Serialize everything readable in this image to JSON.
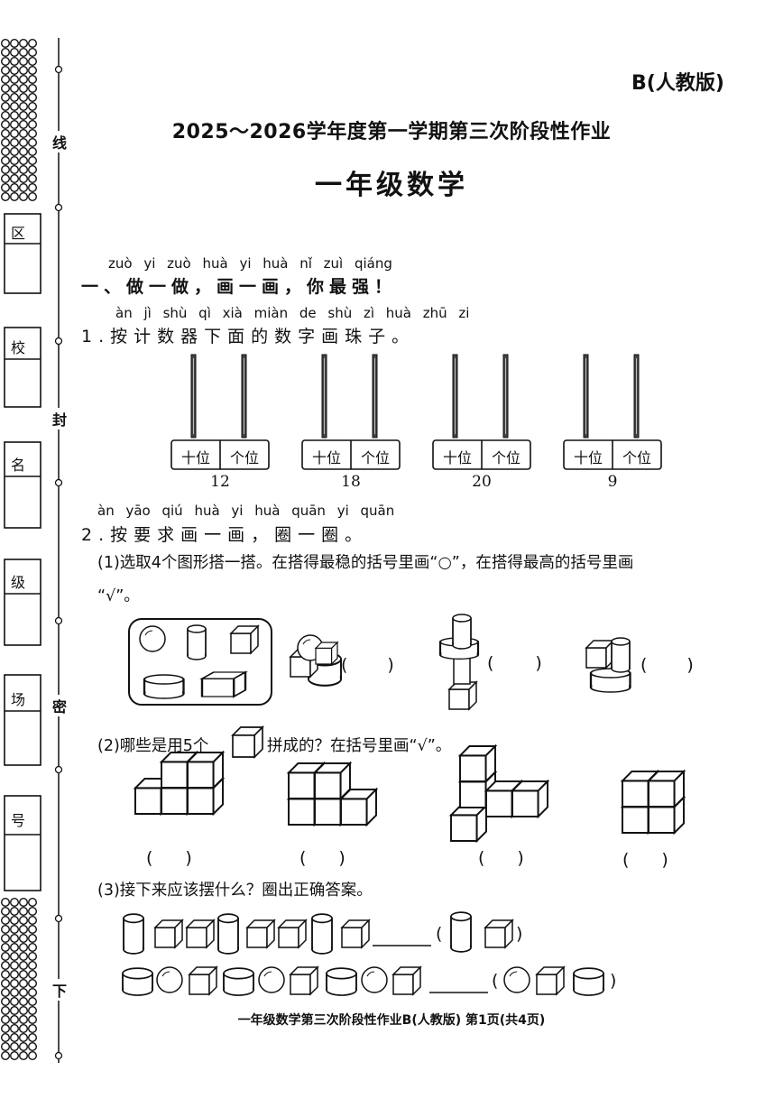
{
  "header": {
    "edition": "B(人教版)",
    "title": "2025～2026学年度第一学期第三次阶段性作业",
    "subject": "一年级数学"
  },
  "binding_margin": {
    "line_chars": [
      "线",
      "封",
      "密",
      "下"
    ],
    "fields": [
      "区",
      "校",
      "名",
      "级",
      "场",
      "号"
    ]
  },
  "section1": {
    "pinyin": "zuò yi zuò huà yi huà nǐ zuì qiáng",
    "heading": "一、做一做，画一画，你最强！"
  },
  "q1": {
    "pinyin": "àn jì shù qì xià miàn de shù zì huà zhū zi",
    "text": "1.按计数器下面的数字画珠子。",
    "place_labels": {
      "tens": "十位",
      "ones": "个位"
    },
    "numbers": [
      "12",
      "18",
      "20",
      "9"
    ]
  },
  "q2": {
    "pinyin": "àn yāo qiú huà yi huà quān yi quān",
    "text": "2.按要求画一画，圈一圈。",
    "part1_line1": "(1)选取4个图形搭一搭。在搭得最稳的括号里画“○”，在搭得最高的括号里画",
    "part1_line2": "“√”。",
    "part2_before": "(2)哪些是用5个",
    "part2_after": "拼成的？在括号里画“√”。",
    "part3": "(3)接下来应该摆什么？圈出正确答案。",
    "paren_open": "(",
    "paren_close": ")"
  },
  "footer": {
    "text": "一年级数学第三次阶段性作业B(人教版)   第1页(共4页)"
  }
}
